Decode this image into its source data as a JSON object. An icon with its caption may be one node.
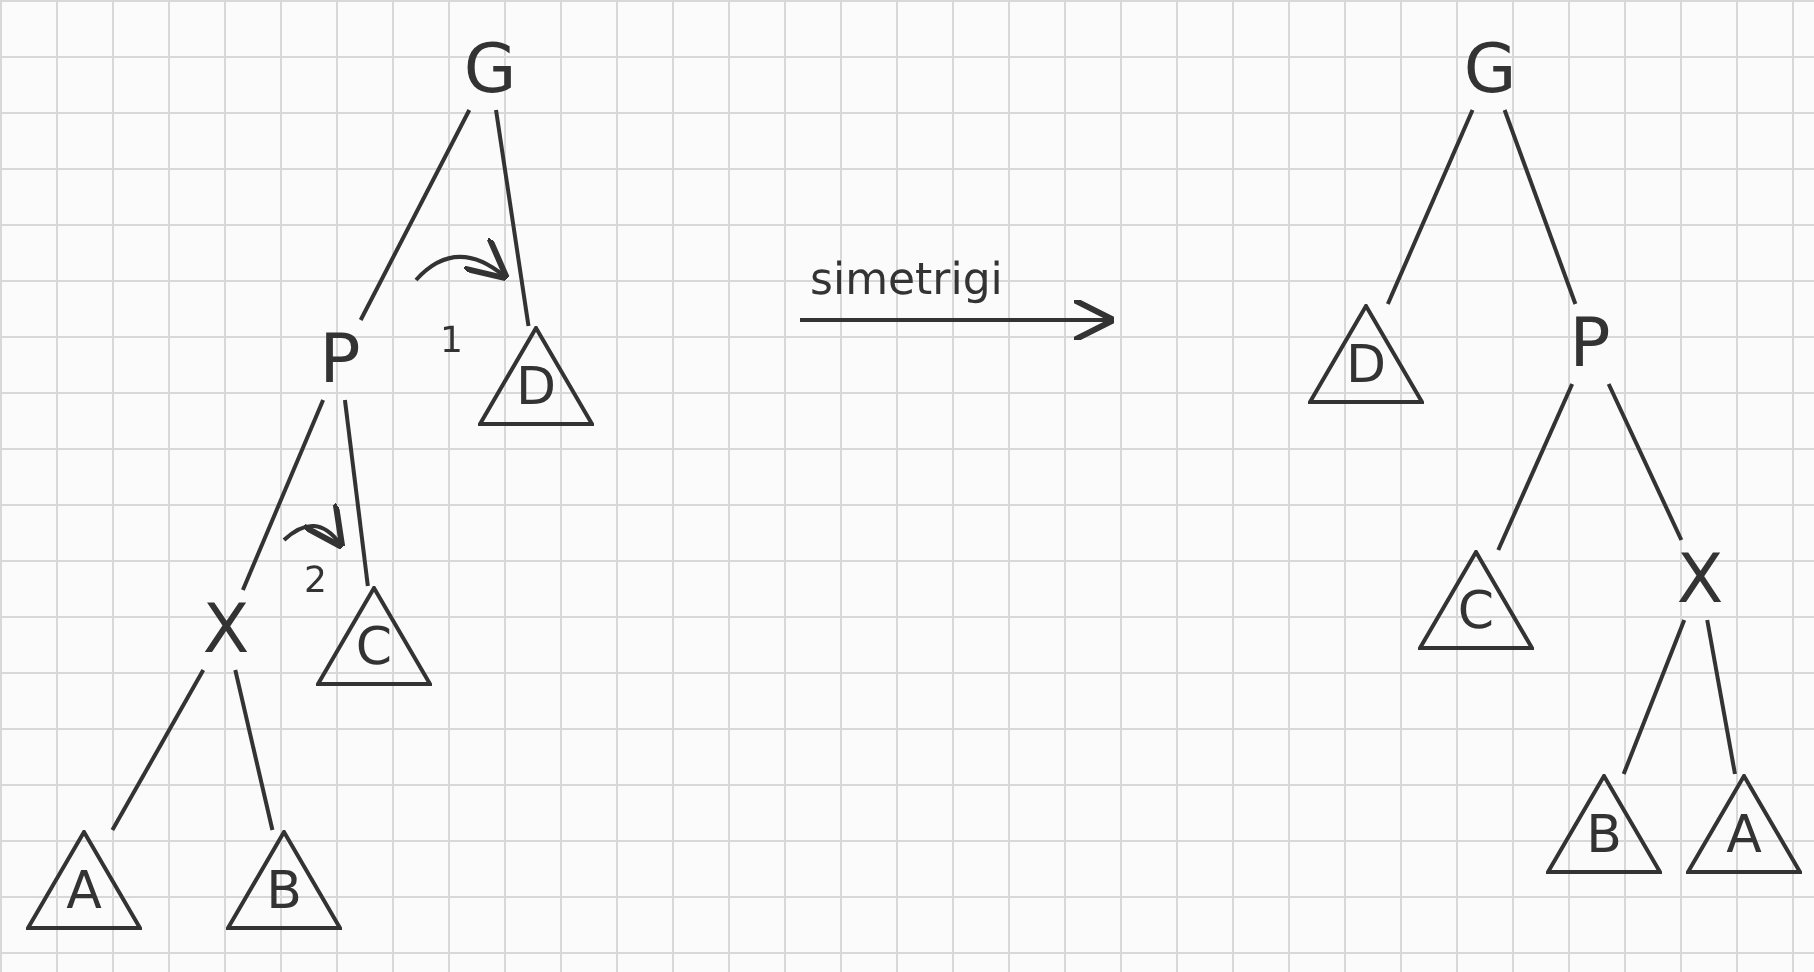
{
  "diagram": {
    "nodes": [
      {
        "text": [
          "G"
        ]
      },
      {
        "text": [
          "P"
        ]
      },
      {
        "text": [
          "D"
        ],
        "beside": [
          "1"
        ]
      },
      {
        "text": [
          "X"
        ]
      },
      {
        "text": [
          "C"
        ],
        "beside": [
          "2"
        ]
      },
      {
        "text": [
          "A"
        ]
      },
      {
        "text": [
          "B"
        ]
      },
      {
        "text": [
          "G"
        ]
      },
      {
        "text": [
          "D"
        ]
      },
      {
        "text": [
          "P"
        ]
      },
      {
        "text": [
          "C"
        ]
      },
      {
        "text": [
          "X"
        ]
      },
      {
        "text": [
          "B"
        ]
      },
      {
        "text": [
          "A"
        ]
      }
    ],
    "edges": [
      {
        "from": 0,
        "to": 1,
        "arrow": "none"
      },
      {
        "from": 0,
        "to": 2,
        "arrow": "none"
      },
      {
        "from": 1,
        "to": 3,
        "arrow": "none"
      },
      {
        "from": 1,
        "to": 4,
        "arrow": "none"
      },
      {
        "from": 3,
        "to": 5,
        "arrow": "none"
      },
      {
        "from": 3,
        "to": 6,
        "arrow": "none"
      },
      {
        "from": 7,
        "to": 8,
        "arrow": "none"
      },
      {
        "from": 7,
        "to": 9,
        "arrow": "none"
      },
      {
        "from": 9,
        "to": 10,
        "arrow": "none"
      },
      {
        "from": 9,
        "to": 11,
        "arrow": "none"
      },
      {
        "from": 11,
        "to": 12,
        "arrow": "none"
      },
      {
        "from": 11,
        "to": 13,
        "arrow": "none"
      }
    ],
    "labels": [
      "simetrigi"
    ]
  }
}
